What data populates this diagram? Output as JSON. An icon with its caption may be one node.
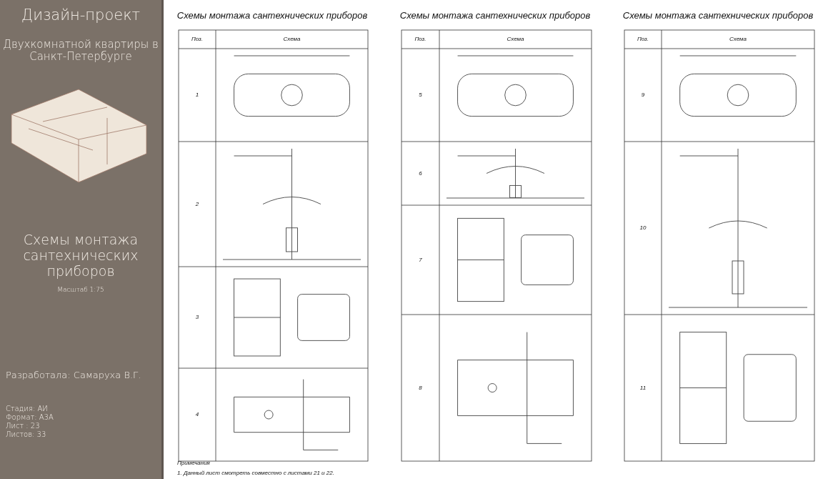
{
  "diagram": {
    "title": "Дизайн-проект",
    "labels": [
      "Двухкомнатной квартиры в Санкт-Петербурге",
      "Схемы монтажа сантехнических приборов",
      "Масштаб 1:75",
      "Разработала: Самаруха В.Г.",
      "Стадия: АИ",
      "Формат: А3А",
      "Лист : 23",
      "Листов: 33",
      "Схемы монтажа сантехнических приборов",
      "Поз.",
      "Схема",
      "1",
      "2",
      "3",
      "4",
      "Схемы монтажа сантехнических приборов",
      "Поз.",
      "Схема",
      "5",
      "6",
      "7",
      "8",
      "Схемы монтажа сантехнических приборов",
      "Поз.",
      "Схема",
      "9",
      "10",
      "11",
      "Примечания",
      "1. Данный лист смотреть совместно с листами 21 и 22."
    ]
  }
}
